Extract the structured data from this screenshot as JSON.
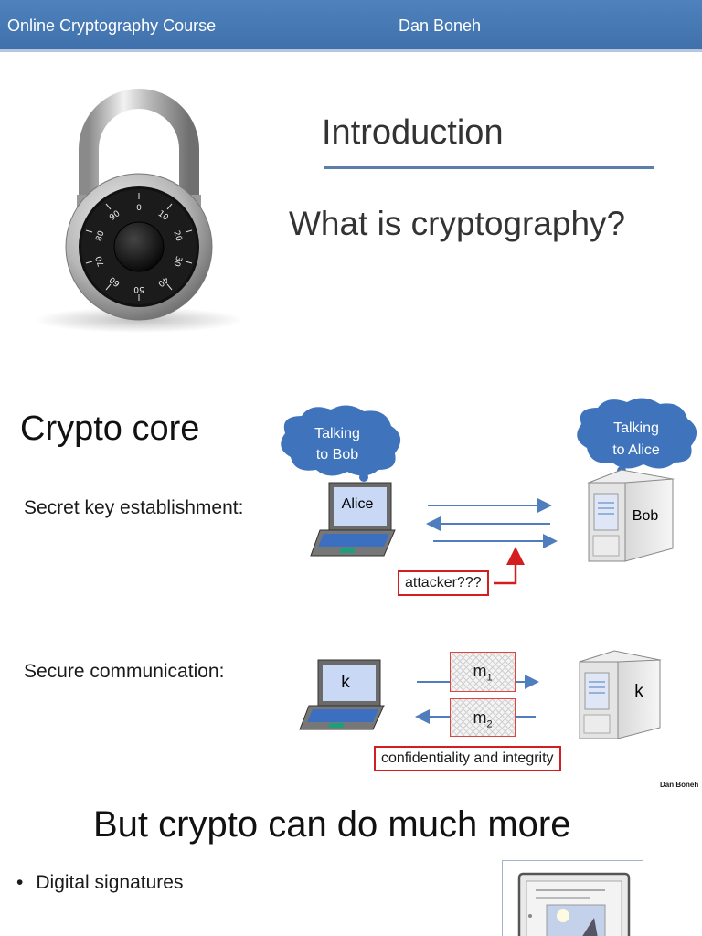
{
  "header": {
    "course": "Online Cryptography Course",
    "author": "Dan Boneh"
  },
  "slide1": {
    "title": "Introduction",
    "subtitle": "What is cryptography?",
    "dial_numbers": [
      "0",
      "10",
      "20",
      "30",
      "40",
      "50",
      "60",
      "70",
      "80",
      "90"
    ]
  },
  "slide2": {
    "title": "Crypto core",
    "secret_key_label": "Secret key establishment:",
    "secure_comm_label": "Secure communication:",
    "cloud_alice": [
      "Talking",
      "to Bob"
    ],
    "cloud_bob": [
      "Talking",
      "to Alice"
    ],
    "alice_screen": "Alice",
    "bob_server": "Bob",
    "attacker": "attacker???",
    "laptop_key": "k",
    "server_key": "k",
    "m1": "m",
    "m1_sub": "1",
    "m2": "m",
    "m2_sub": "2",
    "conf_integrity": "confidentiality and integrity",
    "footer": "Dan Boneh"
  },
  "slide3": {
    "title": "But crypto can do much more",
    "bullets": [
      "Digital signatures"
    ]
  },
  "colors": {
    "header": "#4a7bb7",
    "rule": "#5b7fa8",
    "cloud": "#3f74bd",
    "arrow": "#4f7dbd",
    "attacker_red": "#d21e1e"
  }
}
